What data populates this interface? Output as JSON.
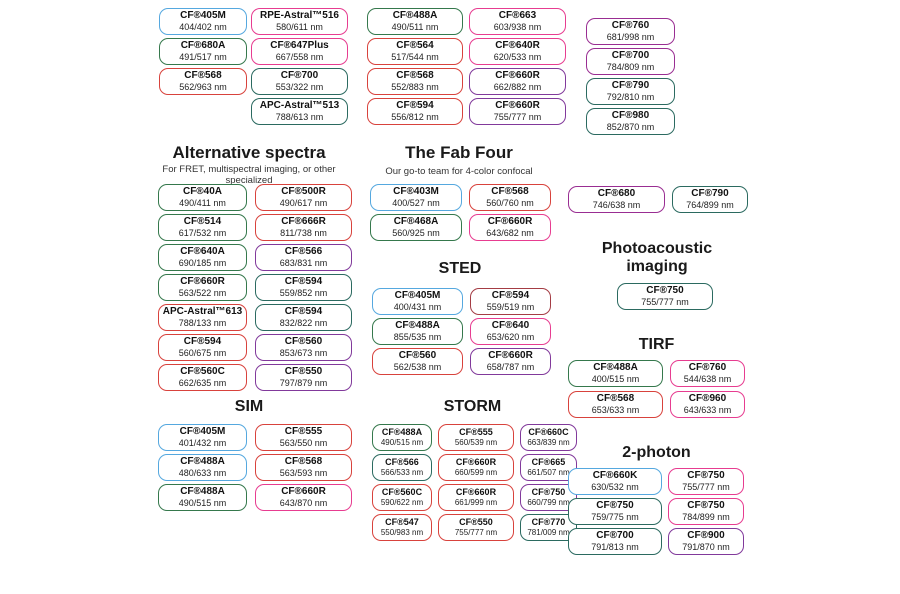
{
  "colors": {
    "blue": "#55A8DF",
    "green": "#35784C",
    "teal": "#2B6A60",
    "red": "#D8423C",
    "maroon": "#A43C44",
    "pink": "#E73C90",
    "purple": "#81399B",
    "violet": "#992D92"
  },
  "top": {
    "col1": [
      {
        "name": "CF®405M",
        "nm": "404/402 nm",
        "c": "blue"
      },
      {
        "name": "CF®680A",
        "nm": "491/517 nm",
        "c": "green"
      },
      {
        "name": "CF®568",
        "nm": "562/963 nm",
        "c": "red"
      }
    ],
    "col2": [
      {
        "name": "RPE-Astral™516",
        "nm": "580/611 nm",
        "c": "pink"
      },
      {
        "name": "CF®647Plus",
        "nm": "667/558 nm",
        "c": "pink"
      },
      {
        "name": "CF®700",
        "nm": "553/322 nm",
        "c": "teal"
      },
      {
        "name": "APC-Astral™513",
        "nm": "788/613 nm",
        "c": "teal"
      }
    ],
    "col3": [
      {
        "name": "CF®488A",
        "nm": "490/511 nm",
        "c": "green"
      },
      {
        "name": "CF®564",
        "nm": "517/544 nm",
        "c": "red"
      },
      {
        "name": "CF®568",
        "nm": "552/883 nm",
        "c": "red"
      },
      {
        "name": "CF®594",
        "nm": "556/812 nm",
        "c": "red"
      }
    ],
    "col4": [
      {
        "name": "CF®663",
        "nm": "603/938 nm",
        "c": "pink"
      },
      {
        "name": "CF®640R",
        "nm": "620/533 nm",
        "c": "pink"
      },
      {
        "name": "CF®660R",
        "nm": "662/882 nm",
        "c": "purple"
      },
      {
        "name": "CF®660R",
        "nm": "755/777 nm",
        "c": "purple"
      }
    ],
    "col5": [
      {
        "name": "CF®760",
        "nm": "681/998 nm",
        "c": "violet"
      },
      {
        "name": "CF®700",
        "nm": "784/809 nm",
        "c": "violet"
      },
      {
        "name": "CF®790",
        "nm": "792/810 nm",
        "c": "teal"
      },
      {
        "name": "CF®980",
        "nm": "852/870 nm",
        "c": "teal"
      }
    ]
  },
  "sections": {
    "alt": {
      "title": "Alternative spectra",
      "subtitle": "For FRET, multispectral imaging, or other specialized",
      "pills": [
        {
          "name": "CF®40A",
          "nm": "490/411 nm",
          "c": "green"
        },
        {
          "name": "CF®500R",
          "nm": "490/617 nm",
          "c": "red"
        },
        {
          "name": "CF®514",
          "nm": "617/532 nm",
          "c": "green"
        },
        {
          "name": "CF®666R",
          "nm": "811/738 nm",
          "c": "red"
        },
        {
          "name": "CF®640A",
          "nm": "690/185 nm",
          "c": "green"
        },
        {
          "name": "CF®566",
          "nm": "683/831 nm",
          "c": "purple"
        },
        {
          "name": "CF®660R",
          "nm": "563/522 nm",
          "c": "green"
        },
        {
          "name": "CF®594",
          "nm": "559/852 nm",
          "c": "teal"
        },
        {
          "name": "APC-Astral™613",
          "nm": "788/133 nm",
          "c": "red"
        },
        {
          "name": "CF®594",
          "nm": "832/822 nm",
          "c": "teal"
        },
        {
          "name": "CF®594",
          "nm": "560/675 nm",
          "c": "red"
        },
        {
          "name": "CF®560",
          "nm": "853/673 nm",
          "c": "purple"
        },
        {
          "name": "CF®560C",
          "nm": "662/635 nm",
          "c": "red"
        },
        {
          "name": "CF®550",
          "nm": "797/879 nm",
          "c": "purple"
        }
      ]
    },
    "fab": {
      "title": "The Fab Four",
      "subtitle": "Our go-to team for 4-color confocal",
      "pills": [
        {
          "name": "CF®403M",
          "nm": "400/527 nm",
          "c": "blue"
        },
        {
          "name": "CF®568",
          "nm": "560/760 nm",
          "c": "red"
        },
        {
          "name": "CF®468A",
          "nm": "560/925 nm",
          "c": "green"
        },
        {
          "name": "CF®660R",
          "nm": "643/682 nm",
          "c": "pink"
        }
      ]
    },
    "sted": {
      "title": "STED",
      "pills": [
        {
          "name": "CF®405M",
          "nm": "400/431 nm",
          "c": "blue"
        },
        {
          "name": "CF®594",
          "nm": "559/519 nm",
          "c": "maroon"
        },
        {
          "name": "CF®488A",
          "nm": "855/535 nm",
          "c": "green"
        },
        {
          "name": "CF®640",
          "nm": "653/620 nm",
          "c": "pink"
        },
        {
          "name": "CF®560",
          "nm": "562/538 nm",
          "c": "red"
        },
        {
          "name": "CF®660R",
          "nm": "658/787 nm",
          "c": "purple"
        }
      ]
    },
    "sim": {
      "title": "SIM",
      "pills": [
        {
          "name": "CF®405M",
          "nm": "401/432 nm",
          "c": "blue"
        },
        {
          "name": "CF®555",
          "nm": "563/550 nm",
          "c": "red"
        },
        {
          "name": "CF®488A",
          "nm": "480/633 nm",
          "c": "blue"
        },
        {
          "name": "CF®568",
          "nm": "563/593 nm",
          "c": "red"
        },
        {
          "name": "CF®488A",
          "nm": "490/515 nm",
          "c": "green"
        },
        {
          "name": "CF®660R",
          "nm": "643/870 nm",
          "c": "pink"
        }
      ]
    },
    "storm": {
      "title": "STORM",
      "pills": [
        {
          "name": "CF®488A",
          "nm": "490/515 nm",
          "c": "green"
        },
        {
          "name": "CF®555",
          "nm": "560/539 nm",
          "c": "red"
        },
        {
          "name": "CF®660C",
          "nm": "663/839 nm",
          "c": "purple"
        },
        {
          "name": "CF®566",
          "nm": "566/533 nm",
          "c": "teal"
        },
        {
          "name": "CF®660R",
          "nm": "660/599 nm",
          "c": "red"
        },
        {
          "name": "CF®665",
          "nm": "661/507 nm",
          "c": "purple"
        },
        {
          "name": "CF®560C",
          "nm": "590/622 nm",
          "c": "red"
        },
        {
          "name": "CF®660R",
          "nm": "661/999 nm",
          "c": "red"
        },
        {
          "name": "CF®750",
          "nm": "660/799 nm",
          "c": "purple"
        },
        {
          "name": "CF®547",
          "nm": "550/983 nm",
          "c": "red"
        },
        {
          "name": "CF®550",
          "nm": "755/777 nm",
          "c": "red"
        },
        {
          "name": "CF®770",
          "nm": "781/009 nm",
          "c": "teal"
        }
      ]
    },
    "misc": {
      "pills": [
        {
          "name": "CF®680",
          "nm": "746/638 nm",
          "c": "violet"
        },
        {
          "name": "CF®790",
          "nm": "764/899 nm",
          "c": "teal"
        }
      ]
    },
    "pa": {
      "title": "Photoacoustic imaging",
      "pills": [
        {
          "name": "CF®750",
          "nm": "755/777 nm",
          "c": "teal"
        }
      ]
    },
    "tirf": {
      "title": "TIRF",
      "pills": [
        {
          "name": "CF®488A",
          "nm": "400/515 nm",
          "c": "green"
        },
        {
          "name": "CF®760",
          "nm": "544/638 nm",
          "c": "pink"
        },
        {
          "name": "CF®568",
          "nm": "653/633 nm",
          "c": "red"
        },
        {
          "name": "CF®960",
          "nm": "643/633 nm",
          "c": "pink"
        }
      ]
    },
    "photon": {
      "title": "2-photon",
      "pills": [
        {
          "name": "CF®660K",
          "nm": "630/532 nm",
          "c": "blue"
        },
        {
          "name": "CF®750",
          "nm": "755/777 nm",
          "c": "pink"
        },
        {
          "name": "CF®750",
          "nm": "759/775 nm",
          "c": "teal"
        },
        {
          "name": "CF®750",
          "nm": "784/899 nm",
          "c": "pink"
        },
        {
          "name": "CF®700",
          "nm": "791/813 nm",
          "c": "teal"
        },
        {
          "name": "CF®900",
          "nm": "791/870 nm",
          "c": "purple"
        }
      ]
    }
  }
}
